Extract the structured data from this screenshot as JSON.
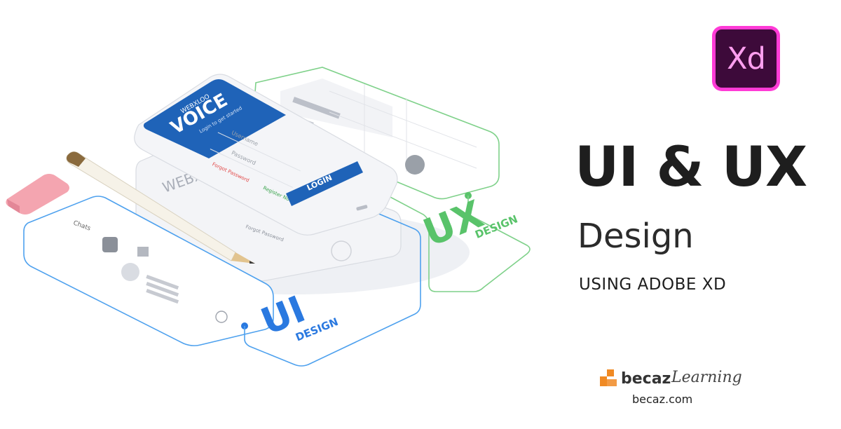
{
  "app_logo": {
    "label": "Xd",
    "border_color": "#ff3bd6",
    "fill_color": "#3d0a3a",
    "text_color": "#ff9ff0"
  },
  "headline": "UI & UX",
  "subhead": "Design",
  "tagline": "USING ADOBE XD",
  "illustration": {
    "front_phone": {
      "brand": "WEBXLOO",
      "title": "VOICE",
      "subtitle": "Login to get started",
      "username_placeholder": "Username",
      "password_placeholder": "Password",
      "forgot_label": "Forgot Password",
      "register_label": "Register Now",
      "login_button": "LOGIN",
      "accent_color": "#1f63b8"
    },
    "back_phone": {
      "brand": "WEBXLO",
      "forgot_label": "Forgot Password"
    },
    "ui_phone": {
      "screen_title": "Chats"
    },
    "ui_badge": {
      "big": "UI",
      "small": "DESIGN",
      "color": "#2a79e0"
    },
    "ux_badge": {
      "big": "UX",
      "small": "DESIGN",
      "color": "#59c36a"
    }
  },
  "brand": {
    "name": "becaz",
    "sub": "Learning",
    "url": "becaz.com",
    "mark_color": "#f08a24"
  }
}
